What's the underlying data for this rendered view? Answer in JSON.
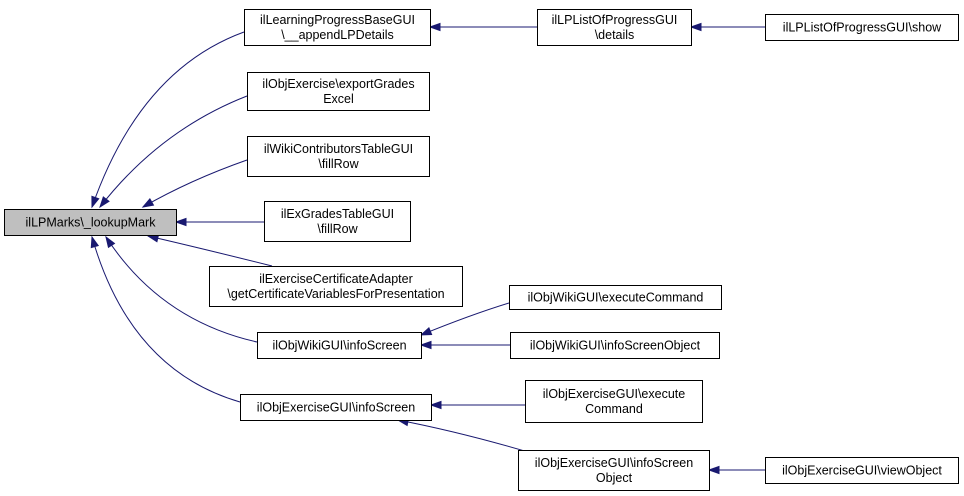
{
  "nodes": {
    "root": {
      "lines": [
        "ilLPMarks\\_lookupMark"
      ]
    },
    "lp_base": {
      "lines": [
        "ilLearningProgressBaseGUI",
        "\\__appendLPDetails"
      ]
    },
    "lp_list_details": {
      "lines": [
        "ilLPListOfProgressGUI",
        "\\details"
      ]
    },
    "lp_list_show": {
      "lines": [
        "ilLPListOfProgressGUI\\show"
      ]
    },
    "obj_ex_export": {
      "lines": [
        "ilObjExercise\\exportGrades",
        "Excel"
      ]
    },
    "wiki_contrib": {
      "lines": [
        "ilWikiContributorsTableGUI",
        "\\fillRow"
      ]
    },
    "ex_grades": {
      "lines": [
        "ilExGradesTableGUI",
        "\\fillRow"
      ]
    },
    "ex_cert": {
      "lines": [
        "ilExerciseCertificateAdapter",
        "\\getCertificateVariablesForPresentation"
      ]
    },
    "wiki_info": {
      "lines": [
        "ilObjWikiGUI\\infoScreen"
      ]
    },
    "wiki_exec": {
      "lines": [
        "ilObjWikiGUI\\executeCommand"
      ]
    },
    "wiki_info_obj": {
      "lines": [
        "ilObjWikiGUI\\infoScreenObject"
      ]
    },
    "ex_info": {
      "lines": [
        "ilObjExerciseGUI\\infoScreen"
      ]
    },
    "ex_exec": {
      "lines": [
        "ilObjExerciseGUI\\execute",
        "Command"
      ]
    },
    "ex_info_obj": {
      "lines": [
        "ilObjExerciseGUI\\infoScreen",
        "Object"
      ]
    },
    "ex_view": {
      "lines": [
        "ilObjExerciseGUI\\viewObject"
      ]
    }
  },
  "edges": [
    {
      "from": "lp_base",
      "to": "root"
    },
    {
      "from": "obj_ex_export",
      "to": "root"
    },
    {
      "from": "wiki_contrib",
      "to": "root"
    },
    {
      "from": "ex_grades",
      "to": "root"
    },
    {
      "from": "ex_cert",
      "to": "root"
    },
    {
      "from": "wiki_info",
      "to": "root"
    },
    {
      "from": "ex_info",
      "to": "root"
    },
    {
      "from": "lp_list_details",
      "to": "lp_base"
    },
    {
      "from": "lp_list_show",
      "to": "lp_list_details"
    },
    {
      "from": "wiki_exec",
      "to": "wiki_info"
    },
    {
      "from": "wiki_info_obj",
      "to": "wiki_info"
    },
    {
      "from": "ex_exec",
      "to": "ex_info"
    },
    {
      "from": "ex_info_obj",
      "to": "ex_info"
    },
    {
      "from": "ex_view",
      "to": "ex_info_obj"
    }
  ]
}
